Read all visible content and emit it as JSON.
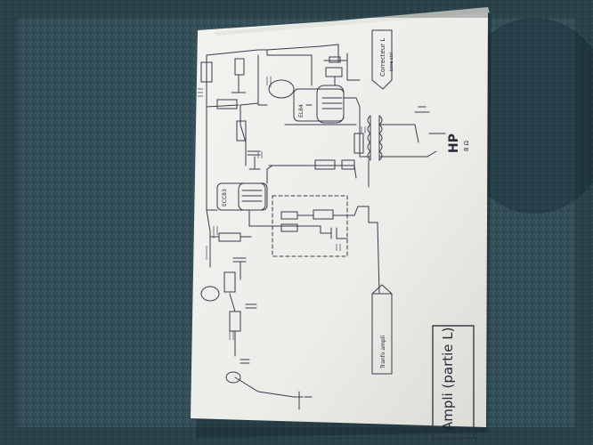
{
  "scene": {
    "description_tags": [
      "photo",
      "hand-drawn-schematic",
      "paper-sheet",
      "carpet-background"
    ],
    "colors": {
      "background": "#3b5560",
      "paper": "#f1f1ee",
      "ink": "#2a2a3a"
    }
  },
  "labels": {
    "title": "Ampli (partie L)",
    "terminal_top": "Correcteur L",
    "terminal_top_sub": "tone ctrl",
    "terminal_bottom": "Tranfo ampli",
    "speaker": "HP",
    "speaker_sub": "8 Ω",
    "tube_upper": "EL84",
    "tube_lower": "ECC83"
  }
}
